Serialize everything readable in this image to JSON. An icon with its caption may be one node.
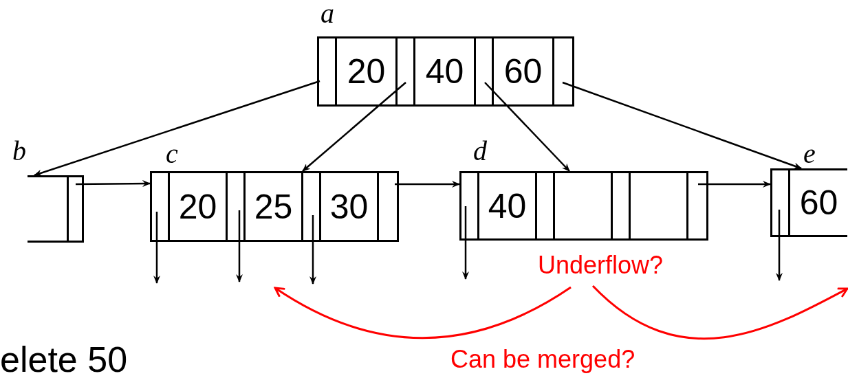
{
  "diagram": {
    "nodes": [
      {
        "text": [
          "20",
          "40",
          "60"
        ],
        "beside": [
          "a"
        ]
      },
      {
        "text": [],
        "beside": [
          "b"
        ],
        "shape": "box"
      },
      {
        "text": [
          "20",
          "25",
          "30"
        ],
        "beside": [
          "c"
        ]
      },
      {
        "text": [
          "40"
        ],
        "beside": [
          "d"
        ]
      },
      {
        "text": [
          "60"
        ],
        "beside": [
          "e"
        ]
      },
      {
        "text": [
          "Underflow?"
        ]
      }
    ],
    "edges": [
      {
        "from": 0,
        "to": 1,
        "arrow": "to"
      },
      {
        "from": 0,
        "to": 2,
        "arrow": "to"
      },
      {
        "from": 0,
        "to": 3,
        "arrow": "to"
      },
      {
        "from": 0,
        "to": 4,
        "arrow": "to"
      },
      {
        "from": 1,
        "to": 2,
        "arrow": "to"
      },
      {
        "from": 2,
        "to": 3,
        "arrow": "to"
      },
      {
        "from": 3,
        "to": 4,
        "arrow": "to"
      },
      {
        "from": 2,
        "to": null,
        "arrow": "to"
      },
      {
        "from": 2,
        "to": null,
        "arrow": "to"
      },
      {
        "from": 2,
        "to": null,
        "arrow": "to"
      },
      {
        "from": 3,
        "to": null,
        "arrow": "to"
      },
      {
        "from": 4,
        "to": null,
        "arrow": "to"
      },
      {
        "from": 5,
        "to": 2,
        "arrow": "to",
        "color": "#ff0000"
      },
      {
        "from": 5,
        "to": 4,
        "arrow": "to",
        "color": "#ff0000"
      }
    ],
    "labels": [
      "Can be merged?",
      "elete 50"
    ]
  }
}
